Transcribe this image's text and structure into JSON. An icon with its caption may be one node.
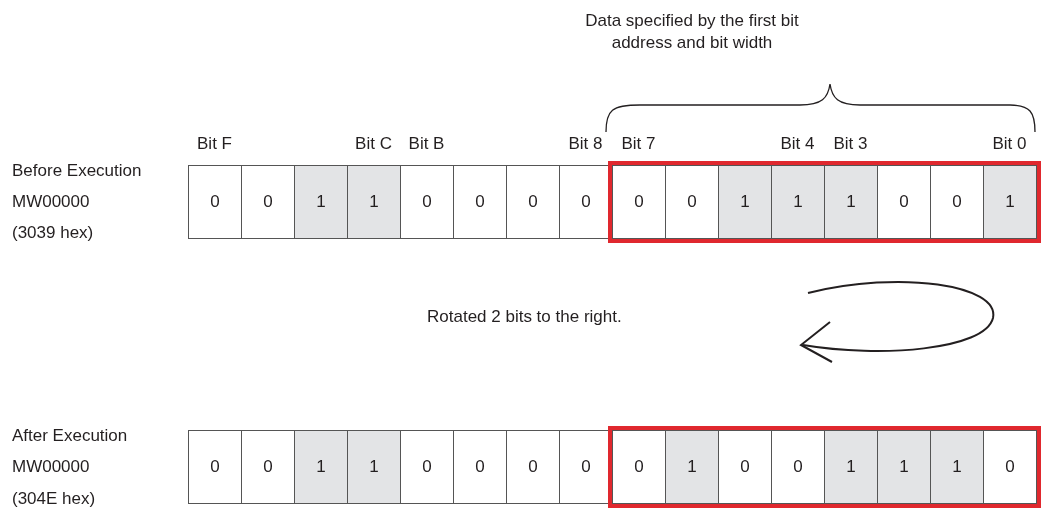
{
  "diagram": {
    "nodes": [
      {
        "text": [
          "0"
        ]
      },
      {
        "text": [
          "0"
        ]
      },
      {
        "text": [
          "1"
        ]
      },
      {
        "text": [
          "1"
        ]
      },
      {
        "text": [
          "0"
        ]
      },
      {
        "text": [
          "0"
        ]
      },
      {
        "text": [
          "0"
        ]
      },
      {
        "text": [
          "0"
        ]
      },
      {
        "text": [],
        "shape": "box"
      },
      {
        "text": [
          "0"
        ],
        "in": 8
      },
      {
        "text": [
          "0"
        ],
        "in": 8
      },
      {
        "text": [
          "1"
        ],
        "in": 8
      },
      {
        "text": [
          "1"
        ],
        "in": 8
      },
      {
        "text": [
          "1"
        ],
        "in": 8
      },
      {
        "text": [
          "0"
        ],
        "in": 8
      },
      {
        "text": [
          "0"
        ],
        "in": 8
      },
      {
        "text": [
          "1"
        ],
        "in": 8
      },
      {
        "text": [
          "0"
        ]
      },
      {
        "text": [
          "0"
        ]
      },
      {
        "text": [
          "1"
        ]
      },
      {
        "text": [
          "1"
        ]
      },
      {
        "text": [
          "0"
        ]
      },
      {
        "text": [
          "0"
        ]
      },
      {
        "text": [
          "0"
        ]
      },
      {
        "text": [
          "0"
        ]
      },
      {
        "text": [],
        "shape": "box"
      },
      {
        "text": [
          "0"
        ],
        "in": 25
      },
      {
        "text": [
          "1"
        ],
        "in": 25
      },
      {
        "text": [
          "0"
        ],
        "in": 25
      },
      {
        "text": [
          "0"
        ],
        "in": 25
      },
      {
        "text": [
          "1"
        ],
        "in": 25
      },
      {
        "text": [
          "1"
        ],
        "in": 25
      },
      {
        "text": [
          "1"
        ],
        "in": 25
      },
      {
        "text": [
          "0"
        ],
        "in": 25
      }
    ],
    "labels": [
      "Data specified by the first bit address and bit width",
      "Bit F",
      "Bit C",
      "Bit B",
      "Bit 8",
      "Bit 7",
      "Bit 4",
      "Bit 3",
      "Bit 0",
      "Before Execution",
      "MW00000",
      "(3039 hex)",
      "Rotated 2 bits to the right.",
      "After Execution",
      "MW00000",
      "(304E hex)"
    ]
  }
}
